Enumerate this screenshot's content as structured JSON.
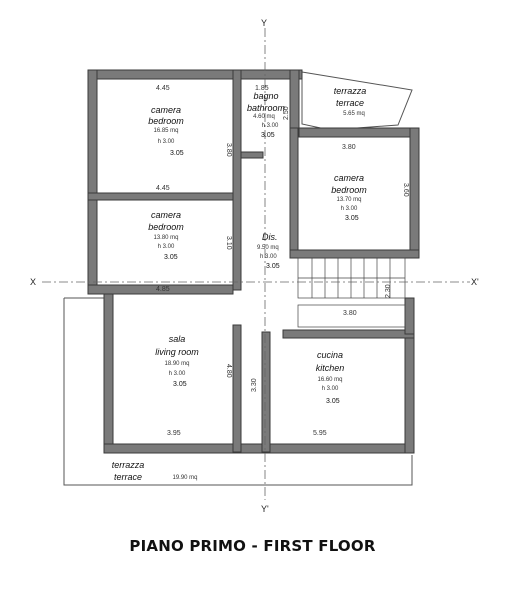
{
  "caption": "PIANO PRIMO - FIRST FLOOR",
  "axis_labels": {
    "y_top": "Y",
    "y_bottom": "Y'",
    "x_left": "X",
    "x_right": "X'"
  },
  "rooms": {
    "bedroom1": {
      "it": "camera",
      "en": "bedroom",
      "area": "16.85 mq",
      "height": "h 3.00",
      "level": "3.05"
    },
    "bathroom": {
      "it": "bagno",
      "en": "bathroom",
      "area": "4.60 mq",
      "height": "h 3.00",
      "level": "3.05"
    },
    "terrace_top": {
      "it": "terrazza",
      "en": "terrace",
      "area": "5.65 mq"
    },
    "bedroom3": {
      "it": "camera",
      "en": "bedroom",
      "area": "13.70 mq",
      "height": "h 3.00",
      "level": "3.05"
    },
    "bedroom2": {
      "it": "camera",
      "en": "bedroom",
      "area": "13.80 mq",
      "height": "h 3.00",
      "level": "3.05"
    },
    "hall": {
      "it": "Dis.",
      "area": "9.50 mq",
      "height": "h 3.00",
      "level": "3.05"
    },
    "living": {
      "it": "sala",
      "en": "living room",
      "area": "18.90 mq",
      "height": "h 3.00",
      "level": "3.05"
    },
    "kitchen": {
      "it": "cucina",
      "en": "kitchen",
      "area": "16.60 mq",
      "height": "h 3.00",
      "level": "3.05"
    },
    "terrace_bottom": {
      "it": "terrazza",
      "en": "terrace",
      "area": "19.90 mq"
    }
  },
  "dimensions": {
    "b1_top": "4.45",
    "b1_bottom": "4.45",
    "b1_side": "3.80",
    "bath_top": "1.85",
    "bath_side": "2.50",
    "b3_top": "3.80",
    "b3_side": "3.60",
    "b2_side": "3.10",
    "b2_bottom": "4.85",
    "stair_side": "2.30",
    "stair_bottom": "3.80",
    "living_side": "4.80",
    "living_bottom": "3.95",
    "hall_side": "3.30",
    "kitchen_bottom": "5.95"
  }
}
